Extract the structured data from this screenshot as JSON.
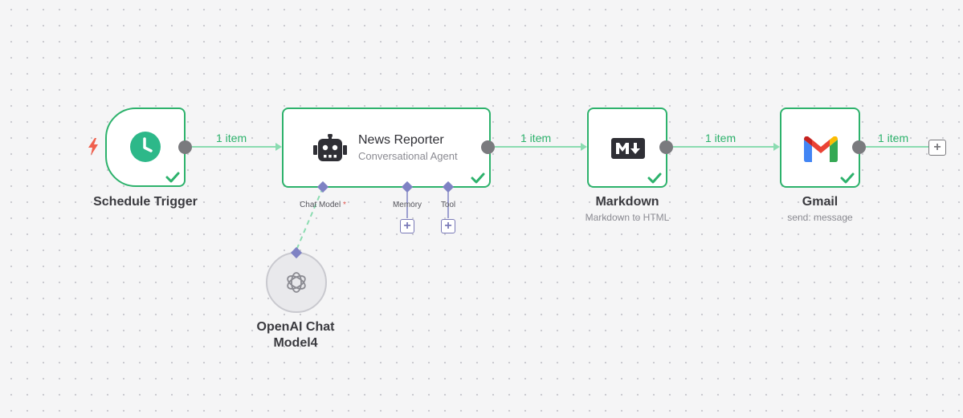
{
  "colors": {
    "success": "#2db26c",
    "connection": "#8bdcb1",
    "sub_connection": "#7f82c4",
    "handle": "#7a7a7e",
    "trigger_bolt": "#f0604d"
  },
  "nodes": {
    "schedule_trigger": {
      "name": "Schedule Trigger",
      "icon": "clock-icon"
    },
    "news_reporter": {
      "name": "News Reporter",
      "subtitle": "Conversational Agent",
      "icon": "robot-icon"
    },
    "markdown": {
      "name": "Markdown",
      "subtitle": "Markdown to HTML",
      "icon": "markdown-icon"
    },
    "gmail": {
      "name": "Gmail",
      "subtitle": "send: message",
      "icon": "gmail-icon"
    },
    "openai": {
      "name": "OpenAI Chat Model4",
      "icon": "openai-icon"
    }
  },
  "connections": {
    "trigger_to_agent": {
      "label": "1 item"
    },
    "agent_to_markdown": {
      "label": "1 item"
    },
    "markdown_to_gmail": {
      "label": "1 item"
    },
    "gmail_out": {
      "label": "1 item"
    }
  },
  "agent_inputs": {
    "chat_model": {
      "label": "Chat Model",
      "required": "*"
    },
    "memory": {
      "label": "Memory"
    },
    "tool": {
      "label": "Tool"
    }
  }
}
